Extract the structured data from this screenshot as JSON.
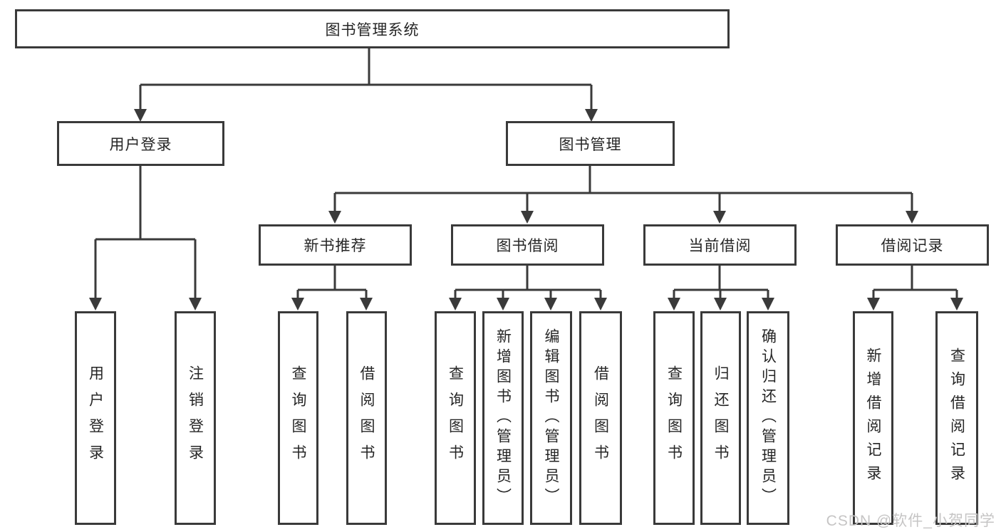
{
  "tree": {
    "root": {
      "label": "图书管理系统"
    },
    "level2": [
      {
        "label": "用户登录",
        "children": [
          {
            "label": "用户登录"
          },
          {
            "label": "注销登录"
          }
        ]
      },
      {
        "label": "图书管理",
        "children": [
          {
            "label": "新书推荐",
            "children": [
              {
                "label": "查询图书"
              },
              {
                "label": "借阅图书"
              }
            ]
          },
          {
            "label": "图书借阅",
            "children": [
              {
                "label": "查询图书"
              },
              {
                "label": "新增图书（管理员）"
              },
              {
                "label": "编辑图书（管理员）"
              },
              {
                "label": "借阅图书"
              }
            ]
          },
          {
            "label": "当前借阅",
            "children": [
              {
                "label": "查询图书"
              },
              {
                "label": "归还图书"
              },
              {
                "label": "确认归还（管理员）"
              }
            ]
          },
          {
            "label": "借阅记录",
            "children": [
              {
                "label": "新增借阅记录"
              },
              {
                "label": "查询借阅记录"
              }
            ]
          }
        ]
      }
    ]
  },
  "watermark": {
    "text": "CSDN @软件_小贺同学"
  },
  "colors": {
    "line": "#3a3a3a",
    "text": "#262626",
    "watermark": "#c6c5c5",
    "bg": "#ffffff"
  }
}
